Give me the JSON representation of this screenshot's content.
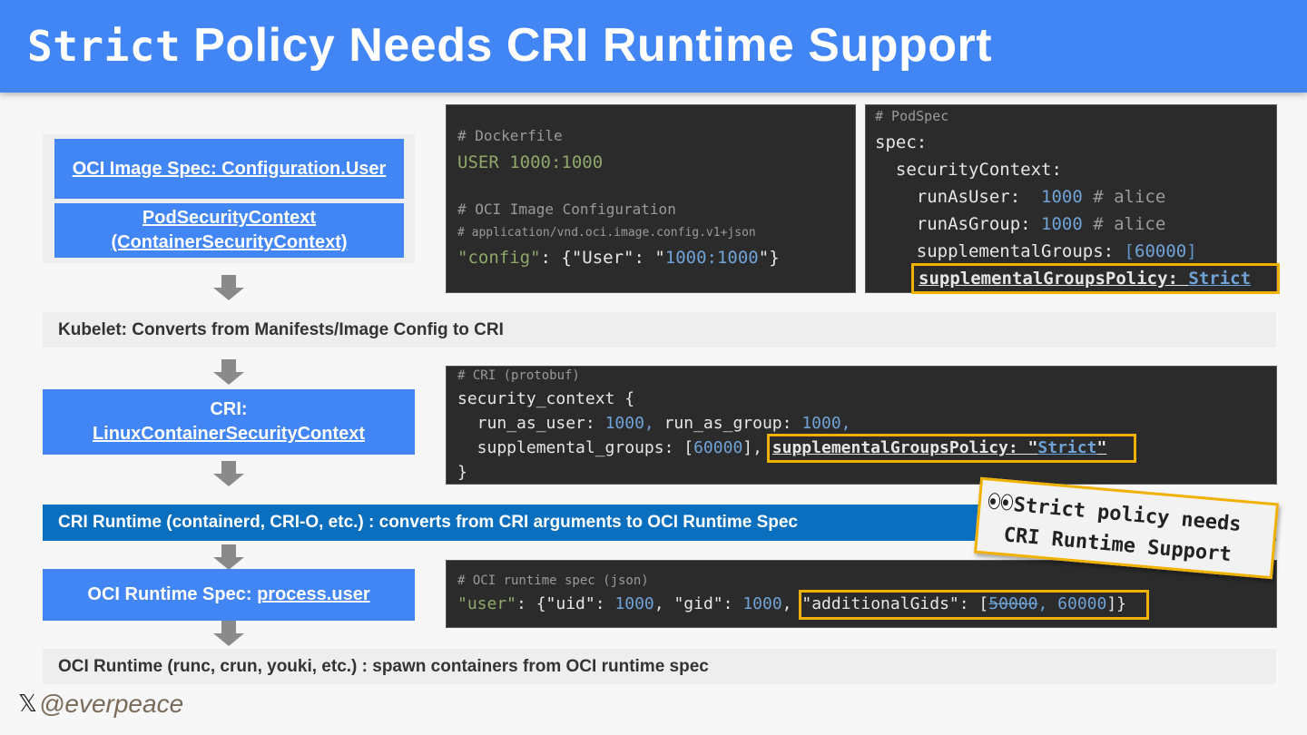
{
  "title": {
    "mono_part": "Strict",
    "rest": "Policy Needs CRI Runtime Support"
  },
  "left_column": {
    "oci_image_spec": "OCI Image Spec: Configuration.User",
    "pod_security_context_line1": "PodSecurityContext",
    "pod_security_context_line2": "(ContainerSecurityContext)",
    "kubelet_bar": "Kubelet: Converts from Manifests/Image Config to CRI",
    "cri_line1": "CRI:",
    "cri_line2": "LinuxContainerSecurityContext",
    "cri_runtime_bar": "CRI Runtime (containerd, CRI-O, etc.) : converts from CRI arguments to OCI Runtime Spec",
    "oci_runtime_spec_prefix": "OCI Runtime Spec: ",
    "oci_runtime_spec_link": "process.user",
    "oci_runtime_bar": "OCI Runtime (runc, crun, youki, etc.) : spawn containers from OCI runtime spec"
  },
  "dockerfile_code": {
    "c1": "# Dockerfile",
    "l1": "USER 1000:1000",
    "c2": "# OCI Image Configuration",
    "c3": "# application/vnd.oci.image.config.v1+json",
    "l2_key": "\"config\"",
    "l2_mid": ": {\"User\": \"",
    "l2_val": "1000:1000",
    "l2_end": "\"}"
  },
  "podspec_code": {
    "c1": "# PodSpec",
    "l1": "spec:",
    "l2": "  securityContext:",
    "l3_key": "    runAsUser:  ",
    "l3_val": "1000",
    "l3_cmt": " # alice",
    "l4_key": "    runAsGroup: ",
    "l4_val": "1000",
    "l4_cmt": " # alice",
    "l5_key": "    supplementalGroups: ",
    "l5_open": "[",
    "l5_val": "60000",
    "l5_close": "]",
    "l6_key": "supplementalGroupsPolicy: ",
    "l6_val": "Strict"
  },
  "cri_code": {
    "c1": "# CRI (protobuf)",
    "l1": "security_context {",
    "l2_a": "  run_as_user: ",
    "l2_v1": "1000,",
    "l2_b": " run_as_group: ",
    "l2_v2": "1000,",
    "l3_a": "  supplemental_groups: [",
    "l3_v": "60000",
    "l3_b": "], ",
    "l3_key": "supplementalGroupsPolicy: \"",
    "l3_val": "Strict",
    "l3_end": "\"",
    "l4": "}"
  },
  "oci_runtime_code": {
    "c1": "# OCI runtime spec (json)",
    "key": "\"user\"",
    "a": ": {\"uid\": ",
    "v1": "1000",
    "b": ", \"gid\": ",
    "v2": "1000",
    "c": ", ",
    "gids_key": "\"additionalGids\": [",
    "gids_removed": "50000",
    "gids_sep": ", ",
    "gids_val": "60000",
    "gids_end": "]}"
  },
  "note": {
    "line1": "Strict policy needs",
    "line2": "CRI Runtime Support"
  },
  "footer": {
    "logo": "𝕏",
    "handle": "@everpeace"
  },
  "colors": {
    "header_blue": "#4285f4",
    "box_blue": "#4285f4",
    "bar_dark_blue": "#0b6fc0",
    "highlight_yellow": "#f1b100",
    "code_bg": "#2b2b2b"
  }
}
